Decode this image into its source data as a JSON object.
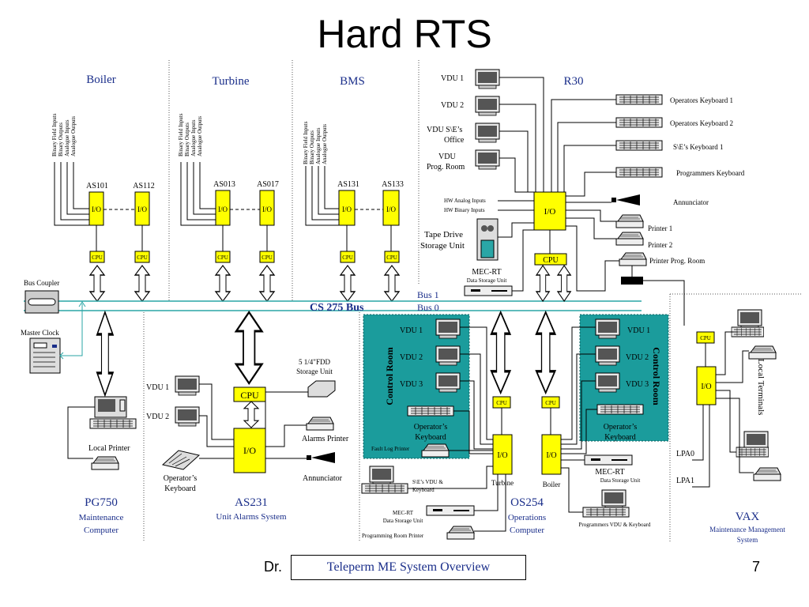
{
  "title": "Hard RTS",
  "footer": {
    "author": "Dr.",
    "subtitle": "Teleperm ME  System Overview",
    "page": "7"
  },
  "colors": {
    "yellow": "#ffff00",
    "teal": "#1b9c9c",
    "blue_text": "#1a2e8a",
    "bus_line": "#2aa6a6"
  },
  "sections": {
    "boiler": "Boiler",
    "turbine": "Turbine",
    "bms": "BMS",
    "r30": "R30"
  },
  "field_signals": [
    "Binary Field Inputs",
    "Binary Outputs",
    "Analogue Inputs",
    "Analogue Outputs"
  ],
  "automation_systems": [
    "AS101",
    "AS112",
    "AS013",
    "AS017",
    "AS131",
    "AS133"
  ],
  "labels": {
    "io": "I/O",
    "cpu": "CPU",
    "bus1": "Bus 1",
    "bus0": "Bus 0",
    "cs275": "CS 275 Bus",
    "bus_coupler": "Bus Coupler",
    "master_clock": "Master Clock",
    "local_printer": "Local Printer",
    "fdd1": "5 1/4\"FDD",
    "fdd2": "Storage Unit",
    "alarms_printer": "Alarms Printer",
    "annunciator": "Annunciator",
    "operators_keyboard1": "Operator’s",
    "operators_keyboard2": "Keyboard",
    "vdu1": "VDU 1",
    "vdu2": "VDU 2",
    "vdu3": "VDU 3",
    "vdu_se_1": "VDU S\\E’s",
    "vdu_se_2": "Office",
    "vdu_prog_1": "VDU",
    "vdu_prog_2": "Prog. Room",
    "hw_analog": "HW Analog Inputs",
    "hw_binary": "HW Binary Inputs",
    "tape1": "Tape Drive",
    "tape2": "Storage Unit",
    "mecrt": "MEC-RT",
    "dsu": "Data Storage Unit",
    "op_kb1": "Operators Keyboard 1",
    "op_kb2": "Operators Keyboard 2",
    "se_kb1": "S\\E’s Keyboard 1",
    "prog_kb": "Programmers Keyboard",
    "printer1": "Printer 1",
    "printer2": "Printer 2",
    "printer_prog": "Printer Prog. Room",
    "control_room": "Control Room",
    "fault_log_printer": "Fault Log Printer",
    "se_vdu_kb1": "S\\E’s VDU &",
    "se_vdu_kb2": "Keyboard",
    "prog_room_printer": "Programming Room Printer",
    "turbine": "Turbine",
    "boiler": "Boiler",
    "prog_vdu_kb": "Programmers VDU & Keyboard",
    "lpa0": "LPA0",
    "lpa1": "LPA1",
    "local_terminals": "Local Terminals"
  },
  "systems": {
    "pg750": {
      "name": "PG750",
      "line1": "Maintenance",
      "line2": "Computer"
    },
    "as231": {
      "name": "AS231",
      "line1": "Unit Alarms System"
    },
    "os254": {
      "name": "OS254",
      "line1": "Operations",
      "line2": "Computer"
    },
    "vax": {
      "name": "VAX",
      "line1": "Maintenance Management",
      "line2": "System"
    }
  }
}
